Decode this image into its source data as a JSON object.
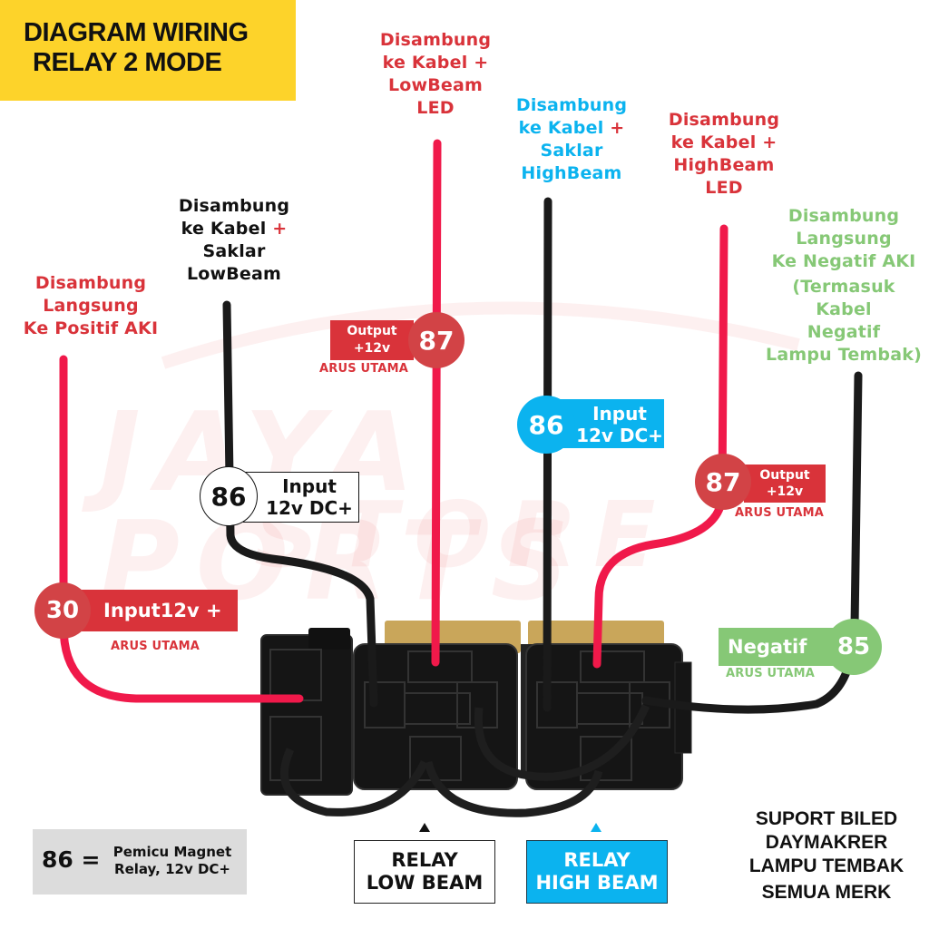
{
  "title": {
    "line1": "DIAGRAM WIRING",
    "line2": "RELAY 2 MODE",
    "background": "#fdd32a"
  },
  "watermark": {
    "line1": "JAYA PORTS",
    "line2": "STORE"
  },
  "colors": {
    "red": "#d9333a",
    "blue": "#0bb3ef",
    "green": "#86c876",
    "wire_red": "#f0194a",
    "wire_black": "#1a1a1a"
  },
  "callouts": {
    "positive_aki": {
      "lines": [
        "Disambung",
        "Langsung",
        "Ke Positif AKI"
      ]
    },
    "switch_lowbeam": {
      "line1": "Disambung",
      "line2a": "ke Kabel ",
      "line2b": "+",
      "line3": "Saklar",
      "line4": "LowBeam"
    },
    "lowbeam_led": {
      "lines": [
        "Disambung",
        "ke Kabel +",
        "LowBeam",
        "LED"
      ]
    },
    "switch_highbeam": {
      "line1": "Disambung",
      "line2a": "ke Kabel ",
      "line2b": "+",
      "line3": "Saklar",
      "line4": "HighBeam"
    },
    "highbeam_led": {
      "lines": [
        "Disambung",
        "ke Kabel +",
        "HighBeam",
        "LED"
      ]
    },
    "negative_aki": {
      "lines": [
        "Disambung",
        "Langsung",
        "Ke Negatif AKI"
      ],
      "note": [
        "(Termasuk",
        "Kabel",
        "Negatif",
        "Lampu Tembak)"
      ]
    }
  },
  "badges": {
    "pin87_low": {
      "pin": "87",
      "label1": "Output",
      "label2": "+12v",
      "sub": "ARUS UTAMA"
    },
    "pin86_high": {
      "pin": "86",
      "label1": "Input",
      "label2": "12v DC+"
    },
    "pin87_high": {
      "pin": "87",
      "label1": "Output",
      "label2": "+12v",
      "sub": "ARUS UTAMA"
    },
    "pin86_low": {
      "pin": "86",
      "label1": "Input",
      "label2": "12v DC+"
    },
    "pin30": {
      "pin": "30",
      "label": "Input12v +",
      "sub": "ARUS UTAMA"
    },
    "pin85": {
      "pin": "85",
      "label": "Negatif",
      "sub": "ARUS UTAMA"
    }
  },
  "legend": {
    "key": "86 =",
    "line1": "Pemicu Magnet",
    "line2": "Relay, 12v DC+"
  },
  "relays": {
    "low": {
      "line1": "RELAY",
      "line2": "LOW BEAM"
    },
    "high": {
      "line1": "RELAY",
      "line2": "HIGH BEAM"
    }
  },
  "support": {
    "lines": [
      "SUPORT BILED",
      "DAYMAKRER",
      "LAMPU TEMBAK",
      "SEMUA MERK"
    ]
  }
}
